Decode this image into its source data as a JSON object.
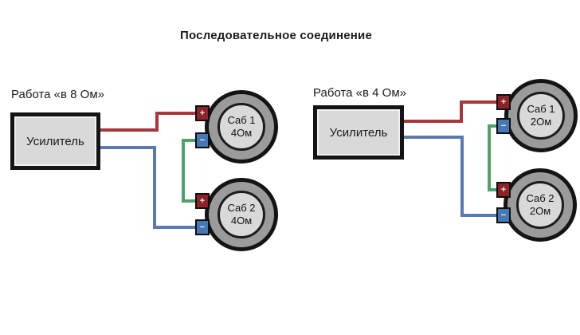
{
  "title": "Последовательное соединение",
  "terminal": {
    "plus": "+",
    "minus": "−"
  },
  "colors": {
    "wire_red": "#a8363a",
    "wire_blue": "#5c79b6",
    "wire_green": "#4da469",
    "amp_fill": "#d9d9d9",
    "sub_ring": "#9b9b9b",
    "sub_cone": "#d9d9d9",
    "terminal_red": "#8e2227",
    "terminal_blue": "#4578b5"
  },
  "diagrams": [
    {
      "caption": "Работа «в 8 Ом»",
      "amp_label": "Усилитель",
      "subs": [
        {
          "name": "Саб 1",
          "impedance": "4Ом"
        },
        {
          "name": "Саб 2",
          "impedance": "4Ом"
        }
      ]
    },
    {
      "caption": "Работа «в 4 Ом»",
      "amp_label": "Усилитель",
      "subs": [
        {
          "name": "Саб 1",
          "impedance": "2Ом"
        },
        {
          "name": "Саб 2",
          "impedance": "2Ом"
        }
      ]
    }
  ]
}
